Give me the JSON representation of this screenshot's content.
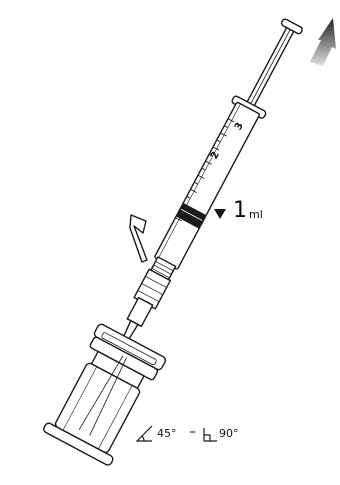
{
  "volume": {
    "value": "1",
    "unit": "ml"
  },
  "angle": {
    "min": "45°",
    "separator": "–",
    "max": "90°"
  },
  "scale_marks": [
    "2",
    "3"
  ],
  "icons": {
    "arrow": "pull-up-arrow-icon",
    "pointer": "triangle-pointer-icon",
    "angle_acute": "angle-45-icon",
    "angle_right": "angle-90-icon"
  },
  "colors": {
    "stroke": "#1a1a1a",
    "arrow_light": "#cfcfcf",
    "arrow_dark": "#222222",
    "fluid": "#1a1a1a"
  }
}
